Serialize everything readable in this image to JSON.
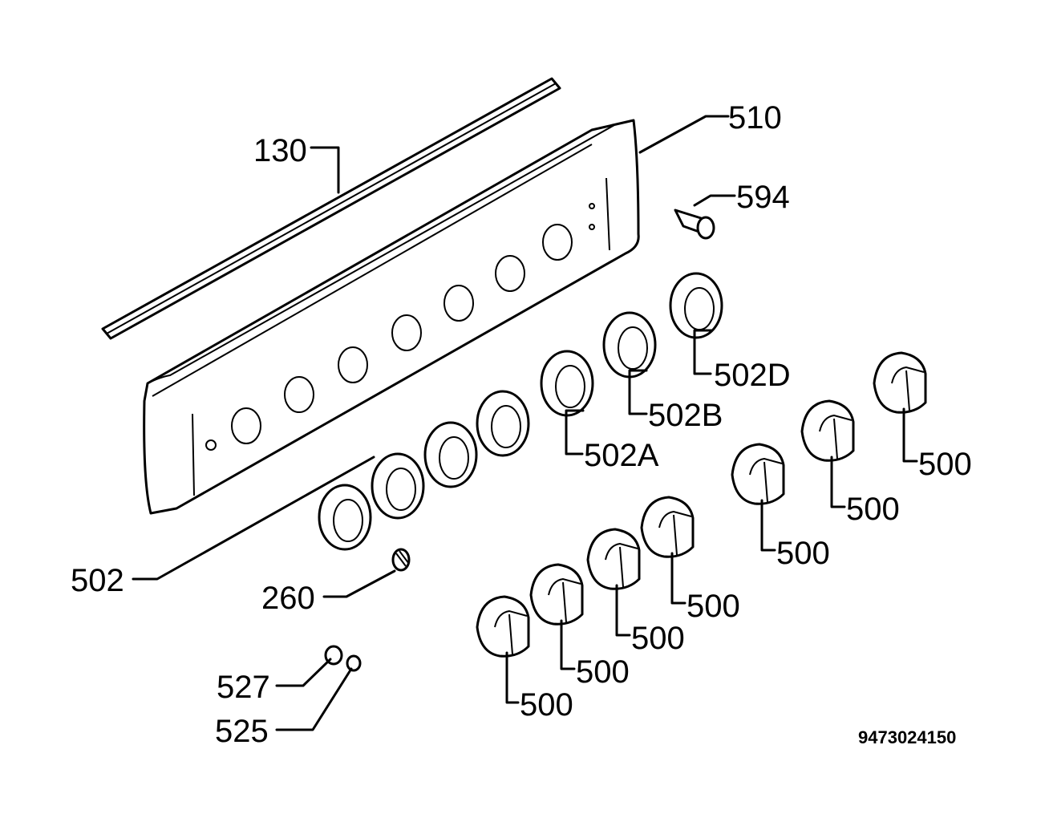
{
  "labels": {
    "strip": "130",
    "panel": "510",
    "lamp": "594",
    "ring_d": "502D",
    "ring_b": "502B",
    "ring_a": "502A",
    "ring": "502",
    "spring": "260",
    "part_527": "527",
    "part_525": "525",
    "knob": "500"
  },
  "drawing_code": "9473024150"
}
